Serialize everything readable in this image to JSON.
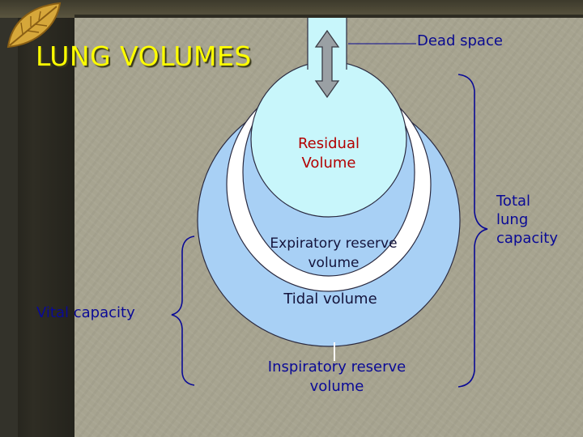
{
  "title": "LUNG VOLUMES",
  "labels": {
    "dead_space": "Dead space",
    "residual_volume": [
      "Residual",
      "Volume"
    ],
    "expiratory_reserve_volume": [
      "Expiratory reserve",
      "volume"
    ],
    "tidal_volume": "Tidal volume",
    "inspiratory_reserve_volume": [
      "Inspiratory reserve",
      "volume"
    ],
    "total_lung_capacity": [
      "Total",
      "lung",
      "capacity"
    ],
    "vital_capacity": "Vital capacity"
  },
  "colors": {
    "title": "#ffff00",
    "outer_ring": "#a8d0f5",
    "inner_ring": "#ffffff",
    "expiratory_ring": "#a8d0f5",
    "residual_core": "#c8f6fb",
    "dead_space_tube": "#c8f6fb",
    "residual_text": "#b30000",
    "label_text": "#0a0a96",
    "panel": "#a7a490"
  },
  "icons": {
    "arrow": "double-headed-arrow-icon",
    "leaf": "leaf-icon",
    "brace": "curly-brace-icon"
  }
}
